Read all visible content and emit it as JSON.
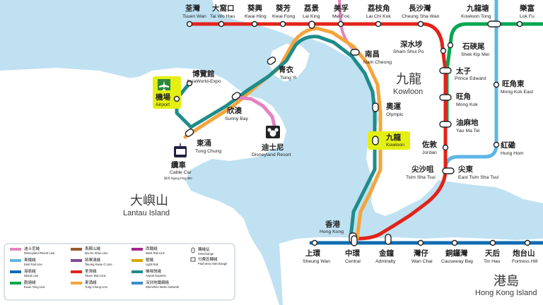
{
  "colors": {
    "sea": "#bfe1f2",
    "land": "#ffffff",
    "airport_highlight": "#e4f012",
    "disneyland_line": "#e582c0",
    "tung_chung_line": "#f5a43b",
    "airport_express": "#1f8c8a",
    "tsuen_wan_line": "#e2231a",
    "island_line": "#0f6cb0",
    "kwun_tong_line": "#00a650",
    "east_rail_line": "#5eb6e4"
  },
  "stations": {
    "tsuen_wan": {
      "zh": "荃灣",
      "en": "Tsuen Wan"
    },
    "tai_wo_hau": {
      "zh": "大窩口",
      "en": "Tai Wo Hau"
    },
    "kwai_hing": {
      "zh": "葵興",
      "en": "Kwai Hing"
    },
    "kwai_fong": {
      "zh": "葵芳",
      "en": "Kwai Fong"
    },
    "lai_king": {
      "zh": "荔景",
      "en": "Lai King"
    },
    "mei_foo": {
      "zh": "美孚",
      "en": "Mei Foo"
    },
    "lai_chi_kok": {
      "zh": "荔枝角",
      "en": "Lai Chi Kok"
    },
    "cheung_sha_wan": {
      "zh": "長沙灣",
      "en": "Cheung Sha Wan"
    },
    "kowloon_tong": {
      "zh": "九龍塘",
      "en": "Kowloon Tong"
    },
    "lok_fu": {
      "zh": "樂富",
      "en": "Lok Fu"
    },
    "sham_shui_po": {
      "zh": "深水埗",
      "en": "Sham Shui Po"
    },
    "shek_kip_mei": {
      "zh": "石硤尾",
      "en": "Shek Kip Mei"
    },
    "nam_cheong": {
      "zh": "南昌",
      "en": "Nam Cheong"
    },
    "prince_edward": {
      "zh": "太子",
      "en": "Prince Edward"
    },
    "mong_kok_east": {
      "zh": "旺角東",
      "en": "Mong Kok East"
    },
    "mong_kok": {
      "zh": "旺角",
      "en": "Mong Kok"
    },
    "yau_ma_tei": {
      "zh": "油麻地",
      "en": "Yau Ma Tei"
    },
    "olympic": {
      "zh": "奧運",
      "en": "Olympic"
    },
    "kowloon": {
      "zh": "九龍",
      "en": "Kowloon"
    },
    "jordan": {
      "zh": "佐敦",
      "en": "Jordan"
    },
    "hung_hom": {
      "zh": "紅磡",
      "en": "Hung Hom"
    },
    "tsim_sha_tsui": {
      "zh": "尖沙咀",
      "en": "Tsim Sha Tsui"
    },
    "east_tsim_sha_tsui": {
      "zh": "尖東",
      "en": "East Tsim Sha Tsui"
    },
    "asiaworld_expo": {
      "zh": "博覽館",
      "en": "AsiaWorld-Expo"
    },
    "airport": {
      "zh": "機場",
      "en": "Airport"
    },
    "tsing_yi": {
      "zh": "青衣",
      "en": "Tsing Yi"
    },
    "sunny_bay": {
      "zh": "欣澳",
      "en": "Sunny Bay"
    },
    "disneyland_resort": {
      "zh": "迪士尼",
      "en": "Disneyland Resort"
    },
    "tung_chung": {
      "zh": "東涌",
      "en": "Tung Chung"
    },
    "cable_car": {
      "zh": "纜車",
      "en": "Cable Car",
      "note": "昂坪 Ngong Ping 360"
    },
    "hong_kong": {
      "zh": "香港",
      "en": "Hong Kong"
    },
    "sheung_wan": {
      "zh": "上環",
      "en": "Sheung Wan"
    },
    "central": {
      "zh": "中環",
      "en": "Central"
    },
    "admiralty": {
      "zh": "金鐘",
      "en": "Admiralty"
    },
    "wan_chai": {
      "zh": "灣仔",
      "en": "Wan Chai"
    },
    "causeway_bay": {
      "zh": "銅鑼灣",
      "en": "Causeway Bay"
    },
    "tin_hau": {
      "zh": "天后",
      "en": "Tin Hau"
    },
    "fortress_hill": {
      "zh": "炮台山",
      "en": "Fortress Hill"
    }
  },
  "regions": {
    "kowloon": {
      "zh": "九龍",
      "en": "Kowloon"
    },
    "lantau": {
      "zh": "大嶼山",
      "en": "Lantau Island"
    },
    "hk_island": {
      "zh": "港島",
      "en": "Hong Kong Island"
    }
  },
  "legend": {
    "items": [
      {
        "zh": "迪士尼綫",
        "en": "Disneyland Resort Line",
        "color": "#e582c0"
      },
      {
        "zh": "東鐵綫",
        "en": "East Rail Line",
        "color": "#5eb6e4"
      },
      {
        "zh": "港島綫",
        "en": "Island Line",
        "color": "#0f6cb0"
      },
      {
        "zh": "觀塘綫",
        "en": "Kwun Tong Line",
        "color": "#00a650"
      },
      {
        "zh": "馬鞍山綫",
        "en": "Ma On Shan Line",
        "color": "#9a5a2c"
      },
      {
        "zh": "將軍澳綫",
        "en": "Tseung Kwan O Line",
        "color": "#7d4a99"
      },
      {
        "zh": "荃灣綫",
        "en": "Tsuen Wan Line",
        "color": "#e2231a"
      },
      {
        "zh": "東涌綫",
        "en": "Tung Chung Line",
        "color": "#f5a43b"
      },
      {
        "zh": "西鐵綫",
        "en": "West Rail Line",
        "color": "#a5278f"
      },
      {
        "zh": "輕鐵",
        "en": "Light Rail",
        "color": "#d3a809"
      },
      {
        "zh": "機場快綫",
        "en": "Airport Express",
        "color": "#1f8c8a"
      },
      {
        "zh": "深圳地鐵網絡",
        "en": "Shenzhen Metro Network",
        "color": "#3c8cc8"
      }
    ],
    "interchange_zh": "轉綫站",
    "interchange_en": "Interchange",
    "paid_zh": "付費區轉綫",
    "paid_en": "Paid-area Interchange"
  }
}
